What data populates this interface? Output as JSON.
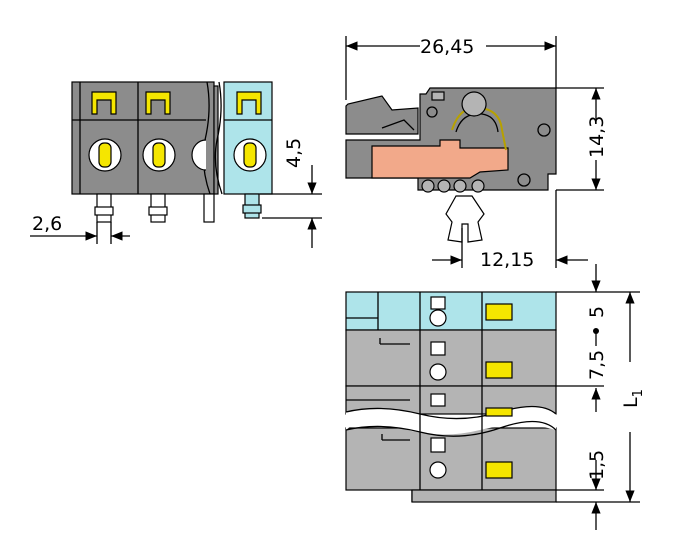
{
  "dimensions": {
    "overall_length": "26,45",
    "height": "14,3",
    "pin_offset": "12,15",
    "pin_height": "4,5",
    "pin_width": "2,6",
    "pitch_first": "5",
    "pitch": "7,5",
    "pitch_end": "1,5",
    "total_length_label": "L",
    "total_length_subscript": "1"
  },
  "colors": {
    "housing": "#8c8c8c",
    "housing_light": "#b4b4b4",
    "first_pole": "#aee4ea",
    "lever": "#f5e600",
    "conductor": "#f2a98a",
    "outline": "#000000"
  }
}
